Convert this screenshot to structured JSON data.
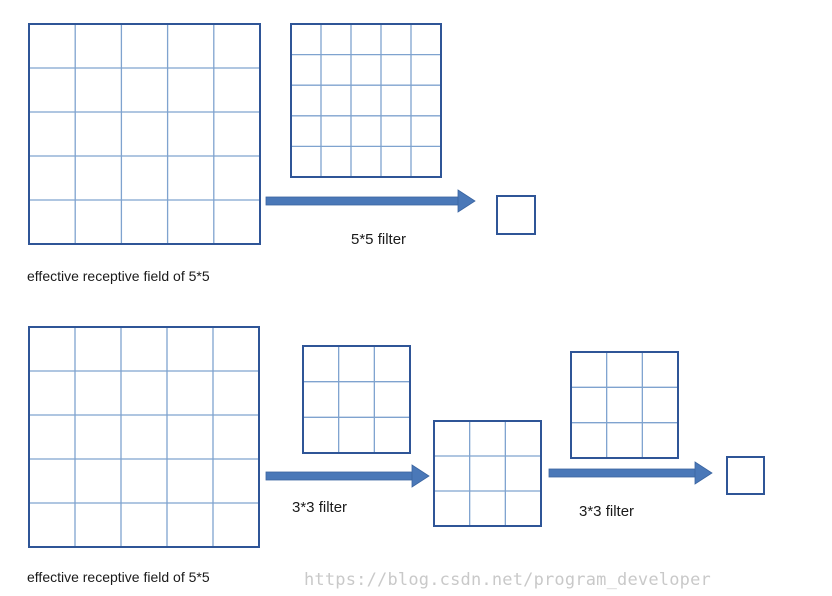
{
  "colors": {
    "grid_border": "#2f5597",
    "grid_line": "#7fa3cf",
    "arrow": "#4a78b8",
    "text": "#1a1a1a",
    "watermark": "#c9c9c9"
  },
  "top": {
    "filter_label": "5*5 filter",
    "caption": "effective receptive field of 5*5"
  },
  "bottom": {
    "filter_label_1": "3*3 filter",
    "filter_label_2": "3*3 filter",
    "caption": "effective receptive field of 5*5"
  },
  "watermark": "https://blog.csdn.net/program_developer"
}
